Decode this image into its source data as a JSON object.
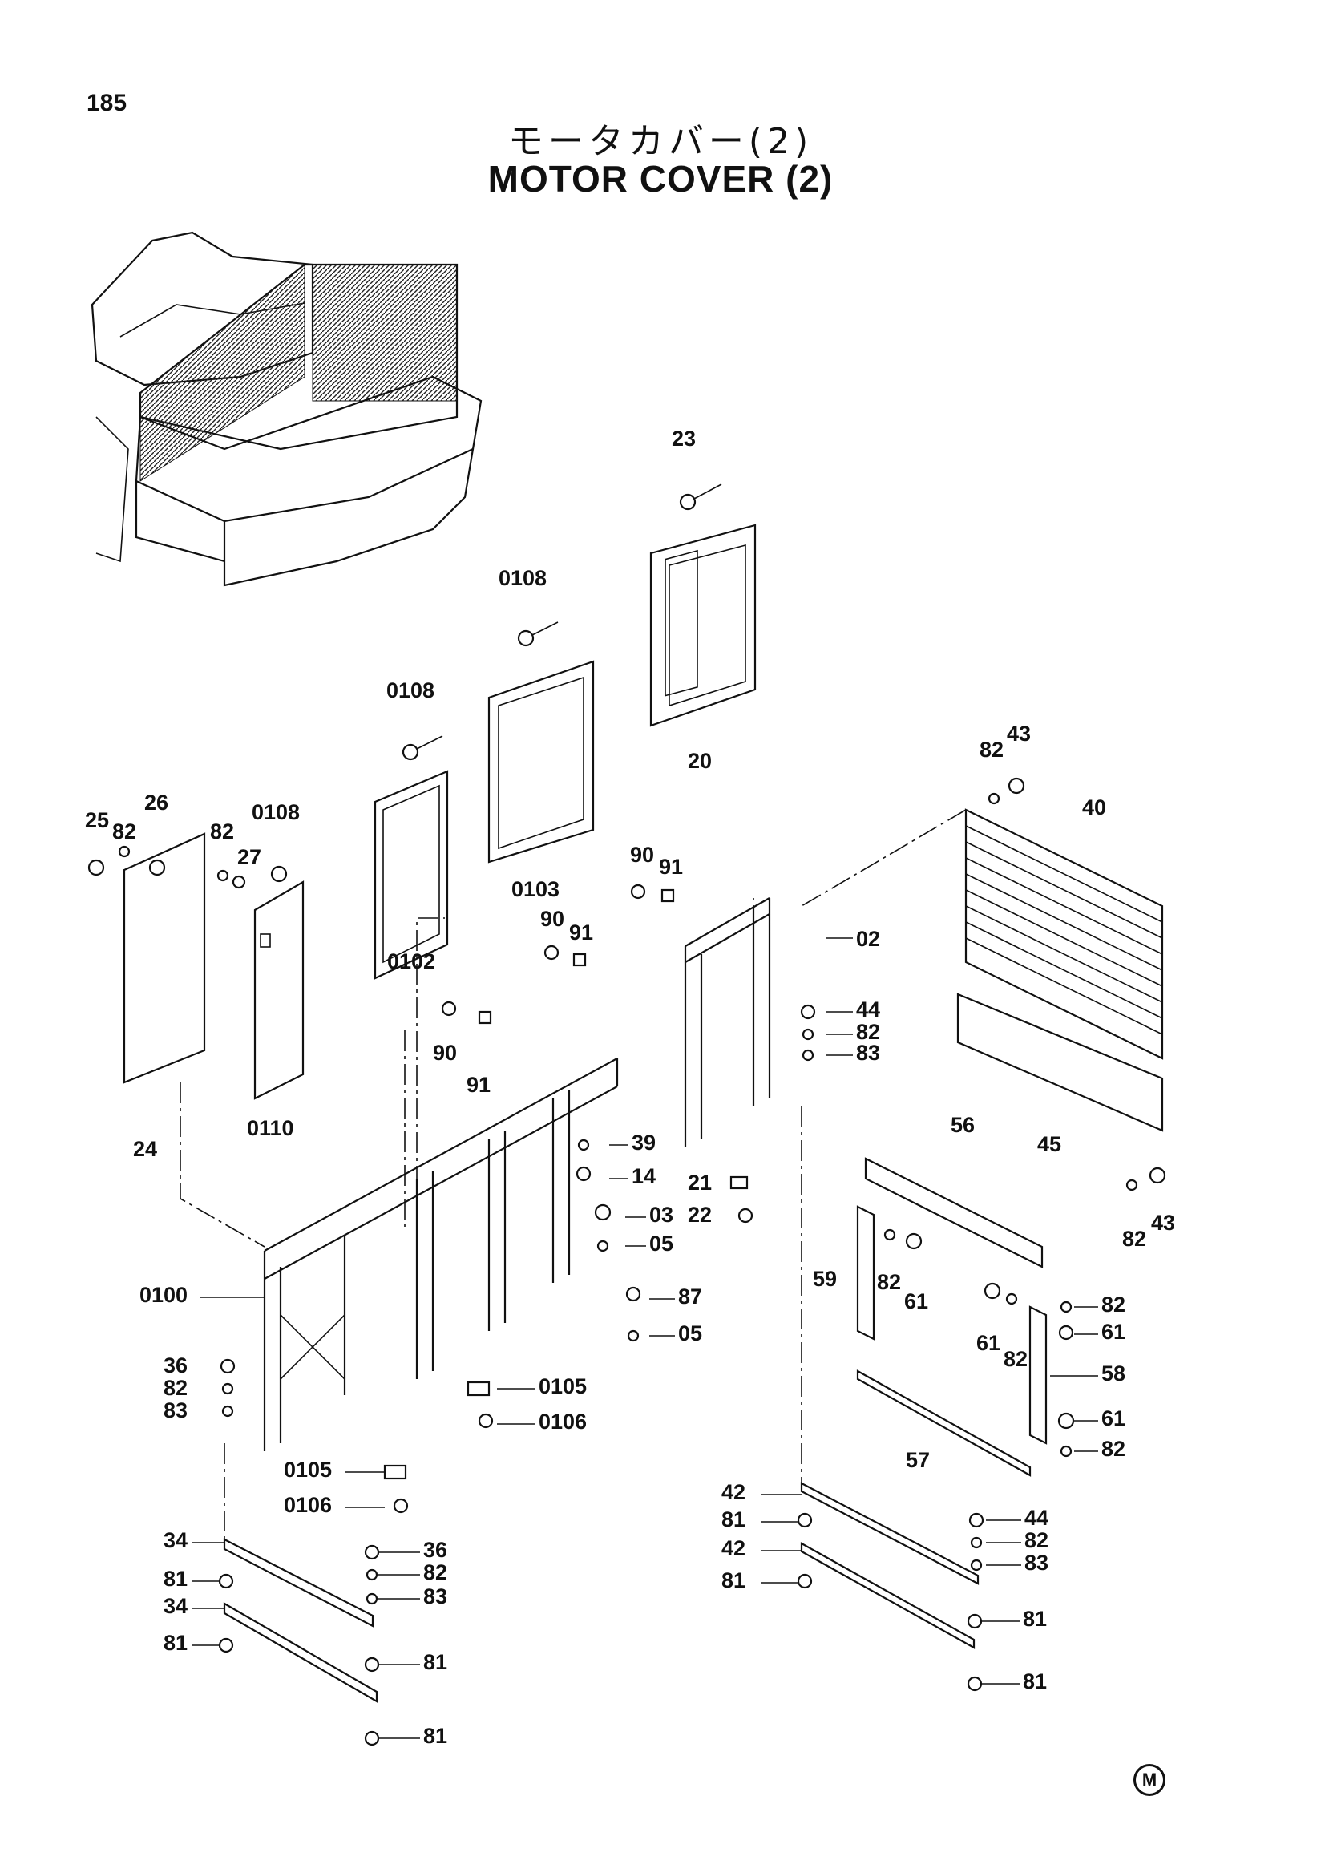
{
  "page_number": "185",
  "title_jp": "モータカバー(2)",
  "title_en": "MOTOR  COVER (2)",
  "corner_mark": "M",
  "callouts": [
    {
      "id": "c-23",
      "text": "23"
    },
    {
      "id": "c-0108a",
      "text": "0108"
    },
    {
      "id": "c-0108b",
      "text": "0108"
    },
    {
      "id": "c-0108c",
      "text": "0108"
    },
    {
      "id": "c-20",
      "text": "20"
    },
    {
      "id": "c-0103",
      "text": "0103"
    },
    {
      "id": "c-0102",
      "text": "0102"
    },
    {
      "id": "c-25",
      "text": "25"
    },
    {
      "id": "c-82a",
      "text": "82"
    },
    {
      "id": "c-26",
      "text": "26"
    },
    {
      "id": "c-82b",
      "text": "82"
    },
    {
      "id": "c-27",
      "text": "27"
    },
    {
      "id": "c-24",
      "text": "24"
    },
    {
      "id": "c-0110",
      "text": "0110"
    },
    {
      "id": "c-90a",
      "text": "90"
    },
    {
      "id": "c-91a",
      "text": "91"
    },
    {
      "id": "c-90b",
      "text": "90"
    },
    {
      "id": "c-91b",
      "text": "91"
    },
    {
      "id": "c-90c",
      "text": "90"
    },
    {
      "id": "c-91c",
      "text": "91"
    },
    {
      "id": "c-82c",
      "text": "82"
    },
    {
      "id": "c-43a",
      "text": "43"
    },
    {
      "id": "c-40",
      "text": "40"
    },
    {
      "id": "c-02",
      "text": "02"
    },
    {
      "id": "c-44a",
      "text": "44"
    },
    {
      "id": "c-82d",
      "text": "82"
    },
    {
      "id": "c-83a",
      "text": "83"
    },
    {
      "id": "c-39",
      "text": "39"
    },
    {
      "id": "c-14",
      "text": "14"
    },
    {
      "id": "c-21",
      "text": "21"
    },
    {
      "id": "c-22",
      "text": "22"
    },
    {
      "id": "c-03",
      "text": "03"
    },
    {
      "id": "c-05a",
      "text": "05"
    },
    {
      "id": "c-87",
      "text": "87"
    },
    {
      "id": "c-05b",
      "text": "05"
    },
    {
      "id": "c-56",
      "text": "56"
    },
    {
      "id": "c-45",
      "text": "45"
    },
    {
      "id": "c-82e",
      "text": "82"
    },
    {
      "id": "c-43b",
      "text": "43"
    },
    {
      "id": "c-0100",
      "text": "0100"
    },
    {
      "id": "c-59",
      "text": "59"
    },
    {
      "id": "c-82f",
      "text": "82"
    },
    {
      "id": "c-61a",
      "text": "61"
    },
    {
      "id": "c-82g",
      "text": "82"
    },
    {
      "id": "c-61b",
      "text": "61"
    },
    {
      "id": "c-61c",
      "text": "61"
    },
    {
      "id": "c-82h",
      "text": "82"
    },
    {
      "id": "c-58",
      "text": "58"
    },
    {
      "id": "c-61d",
      "text": "61"
    },
    {
      "id": "c-82i",
      "text": "82"
    },
    {
      "id": "c-36a",
      "text": "36"
    },
    {
      "id": "c-82j",
      "text": "82"
    },
    {
      "id": "c-83b",
      "text": "83"
    },
    {
      "id": "c-0105a",
      "text": "0105"
    },
    {
      "id": "c-0106a",
      "text": "0106"
    },
    {
      "id": "c-0105b",
      "text": "0105"
    },
    {
      "id": "c-0106b",
      "text": "0106"
    },
    {
      "id": "c-57",
      "text": "57"
    },
    {
      "id": "c-42a",
      "text": "42"
    },
    {
      "id": "c-81a",
      "text": "81"
    },
    {
      "id": "c-42b",
      "text": "42"
    },
    {
      "id": "c-81b",
      "text": "81"
    },
    {
      "id": "c-44b",
      "text": "44"
    },
    {
      "id": "c-82k",
      "text": "82"
    },
    {
      "id": "c-83c",
      "text": "83"
    },
    {
      "id": "c-81c",
      "text": "81"
    },
    {
      "id": "c-81d",
      "text": "81"
    },
    {
      "id": "c-34a",
      "text": "34"
    },
    {
      "id": "c-81e",
      "text": "81"
    },
    {
      "id": "c-36b",
      "text": "36"
    },
    {
      "id": "c-82l",
      "text": "82"
    },
    {
      "id": "c-83d",
      "text": "83"
    },
    {
      "id": "c-34b",
      "text": "34"
    },
    {
      "id": "c-81f",
      "text": "81"
    },
    {
      "id": "c-81g",
      "text": "81"
    },
    {
      "id": "c-81h",
      "text": "81"
    }
  ]
}
